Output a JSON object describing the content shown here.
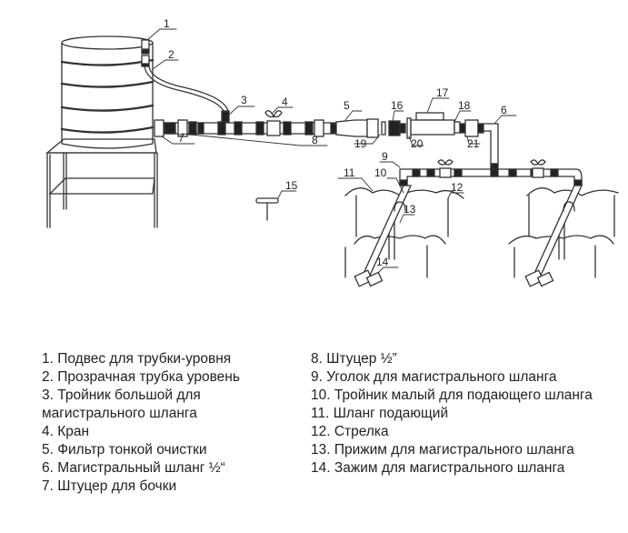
{
  "diagram": {
    "title": "Схема капельного полива от бочки",
    "callouts": [
      {
        "id": "c1",
        "label": "1"
      },
      {
        "id": "c2",
        "label": "2"
      },
      {
        "id": "c3",
        "label": "3"
      },
      {
        "id": "c4",
        "label": "4"
      },
      {
        "id": "c5",
        "label": "5"
      },
      {
        "id": "c6",
        "label": "6"
      },
      {
        "id": "c7",
        "label": "7"
      },
      {
        "id": "c8",
        "label": "8"
      },
      {
        "id": "c9",
        "label": "9"
      },
      {
        "id": "c10",
        "label": "10"
      },
      {
        "id": "c11",
        "label": "11"
      },
      {
        "id": "c12",
        "label": "12"
      },
      {
        "id": "c13",
        "label": "13"
      },
      {
        "id": "c14",
        "label": "14"
      },
      {
        "id": "c15",
        "label": "15"
      },
      {
        "id": "c16",
        "label": "16"
      },
      {
        "id": "c17",
        "label": "17"
      },
      {
        "id": "c18",
        "label": "18"
      },
      {
        "id": "c19",
        "label": "19"
      },
      {
        "id": "c20",
        "label": "20"
      },
      {
        "id": "c21",
        "label": "21"
      }
    ]
  },
  "legend": {
    "left": [
      "1. Подвес для трубки-уровня",
      "2. Прозрачная трубка уровень",
      "3. Тройник большой для магистрального шланга",
      "4. Кран",
      "5. Фильтр тонкой очистки",
      "6. Магистральный шланг ½“",
      "7. Штуцер для бочки"
    ],
    "right": [
      "8. Штуцер ½”",
      "9. Уголок для магистрального шланга",
      "10. Тройник малый для подающего шланга",
      "11. Шланг подающий",
      "12. Стрелка",
      "13. Прижим для магистрального шланга",
      "14. Зажим для магистрального шланга"
    ]
  },
  "colors": {
    "line": "#333333",
    "fitting_dark": "#222222",
    "background": "#ffffff"
  }
}
